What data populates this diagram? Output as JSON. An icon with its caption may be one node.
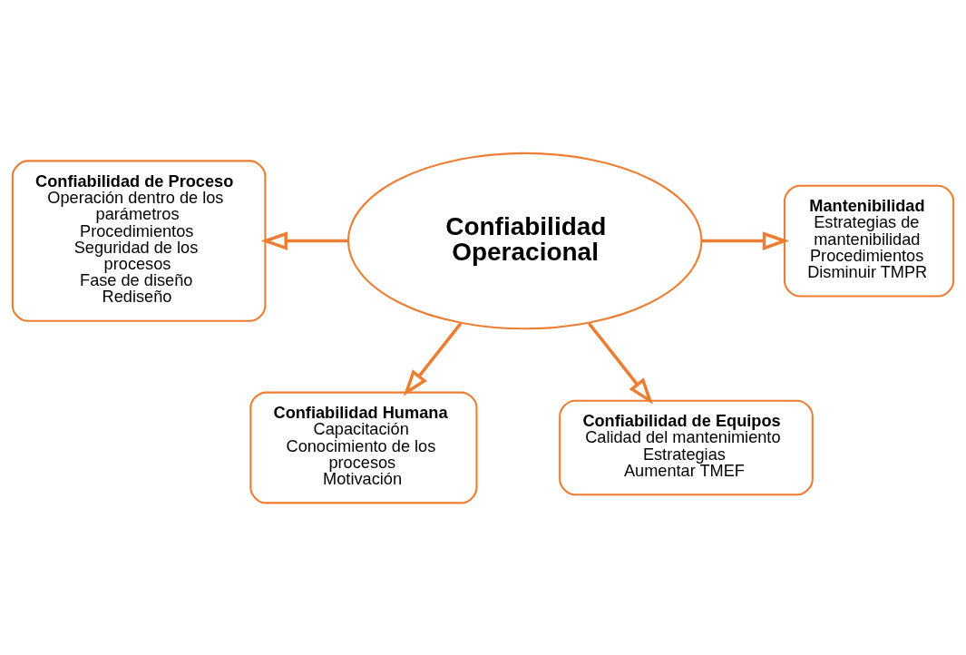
{
  "diagram": {
    "nodes": [
      {
        "text": [
          "Confiabilidad Humana",
          "Capacitación",
          "Conocimiento de los procesos",
          "Motivación"
        ]
      },
      {
        "text": [
          "Confiabilidad de Proceso",
          "Operación dentro de los parámetros",
          "Procedimientos",
          "Seguridad de los procesos",
          "Fase de diseño",
          "Rediseño"
        ]
      },
      {
        "text": [
          "Confiabilidad Operacional"
        ]
      },
      {
        "text": [
          "Mantenibilidad",
          "Estrategias de mantenibilidad",
          "Procedimientos",
          "Disminuir TMPR"
        ]
      },
      {
        "text": [
          "Confiabilidad de Equipos",
          "Calidad del mantenimiento",
          "Estrategias",
          "Aumentar TMEF"
        ]
      }
    ],
    "edges": [
      {
        "from": 2,
        "to": 0,
        "arrow": "to"
      },
      {
        "from": 2,
        "to": 1,
        "arrow": "to"
      },
      {
        "from": 2,
        "to": 3,
        "arrow": "to"
      },
      {
        "from": 2,
        "to": 4,
        "arrow": "to"
      }
    ]
  }
}
